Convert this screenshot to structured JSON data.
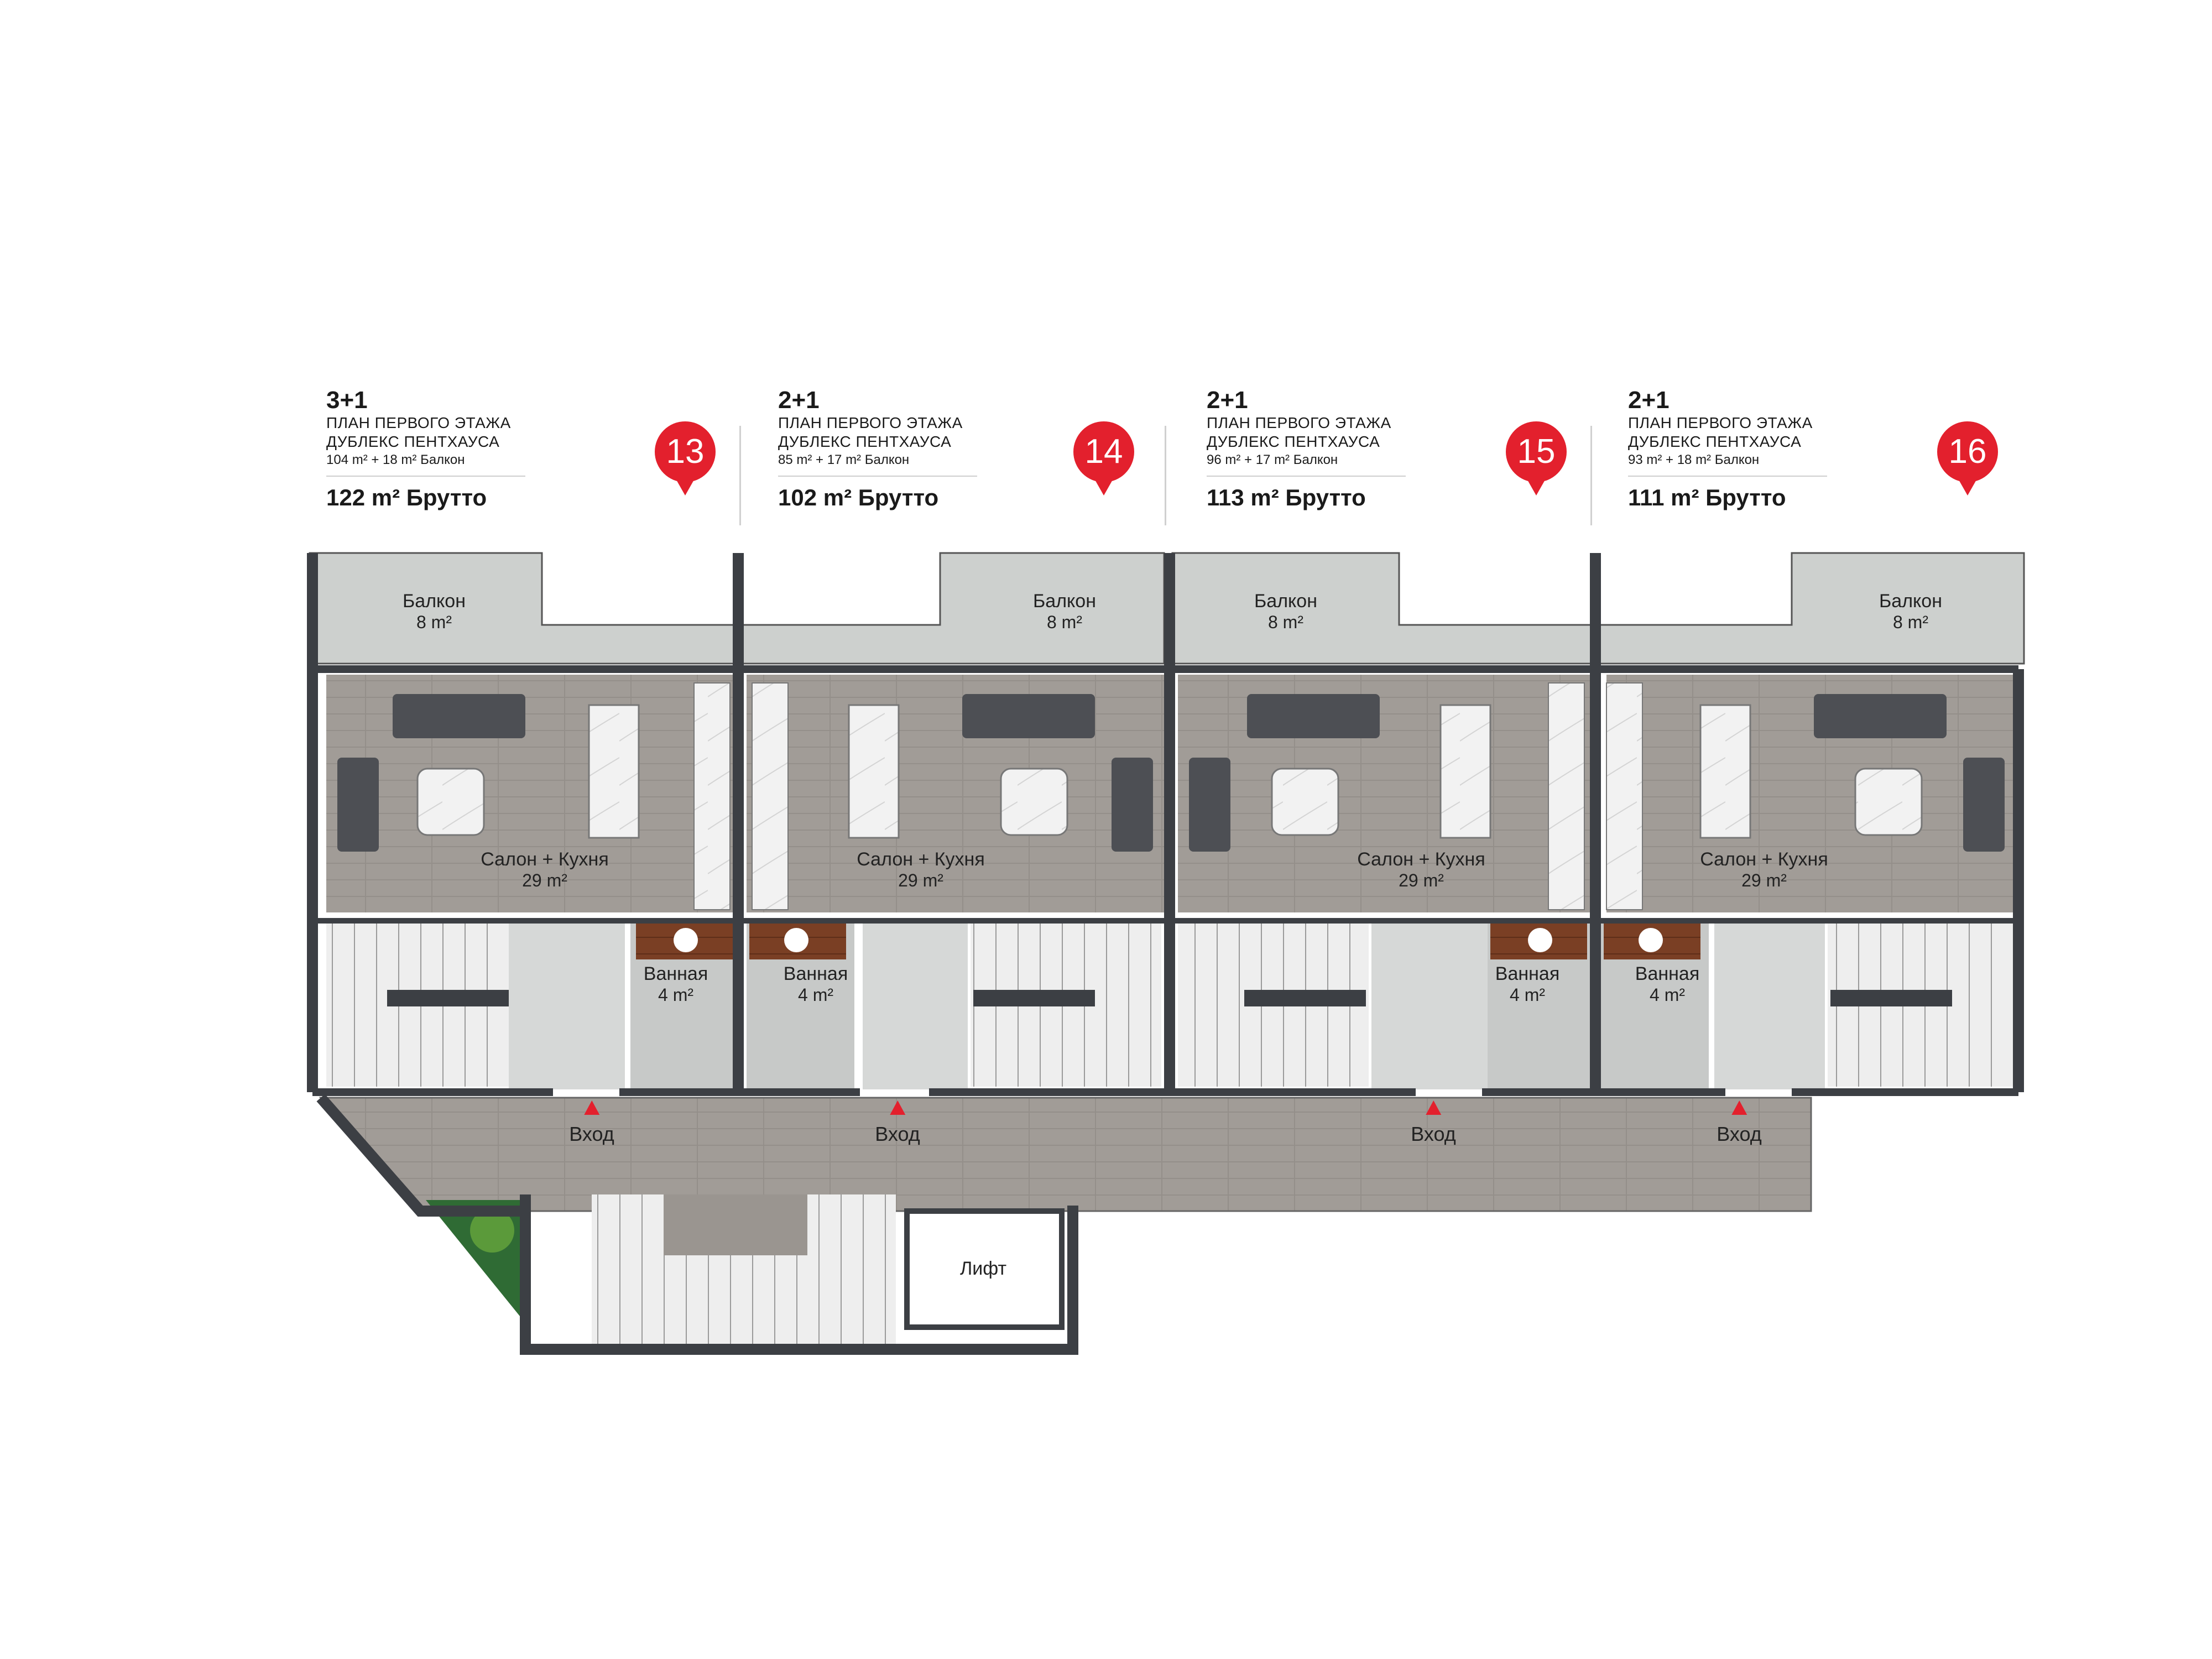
{
  "units": [
    {
      "type": "3+1",
      "line1": "ПЛАН ПЕРВОГО ЭТАЖА",
      "line2": "ДУБЛЕКС ПЕНТХАУСА",
      "area": "104 m² + 18 m² Балкон",
      "gross": "122 m² Брутто",
      "number": "13"
    },
    {
      "type": "2+1",
      "line1": "ПЛАН ПЕРВОГО ЭТАЖА",
      "line2": "ДУБЛЕКС ПЕНТХАУСА",
      "area": "85 m² + 17 m² Балкон",
      "gross": "102 m² Брутто",
      "number": "14"
    },
    {
      "type": "2+1",
      "line1": "ПЛАН ПЕРВОГО ЭТАЖА",
      "line2": "ДУБЛЕКС ПЕНТХАУСА",
      "area": "96 m² + 17 m² Балкон",
      "gross": "113 m² Брутто",
      "number": "15"
    },
    {
      "type": "2+1",
      "line1": "ПЛАН ПЕРВОГО ЭТАЖА",
      "line2": "ДУБЛЕКС ПЕНТХАУСА",
      "area": "93 m² + 18 m² Балкон",
      "gross": "111 m² Брутто",
      "number": "16"
    }
  ],
  "rooms": {
    "balcony": "Балкон",
    "balcony_area": "8 m²",
    "salon": "Салон + Кухня",
    "salon_area": "29 m²",
    "bath": "Ванная",
    "bath_area": "4 m²",
    "entry": "Вход",
    "lift": "Лифт"
  },
  "colors": {
    "accent": "#e3202d",
    "wall": "#3c3f44",
    "floor": "#9f9a95",
    "balcony": "#cdd0ce"
  }
}
